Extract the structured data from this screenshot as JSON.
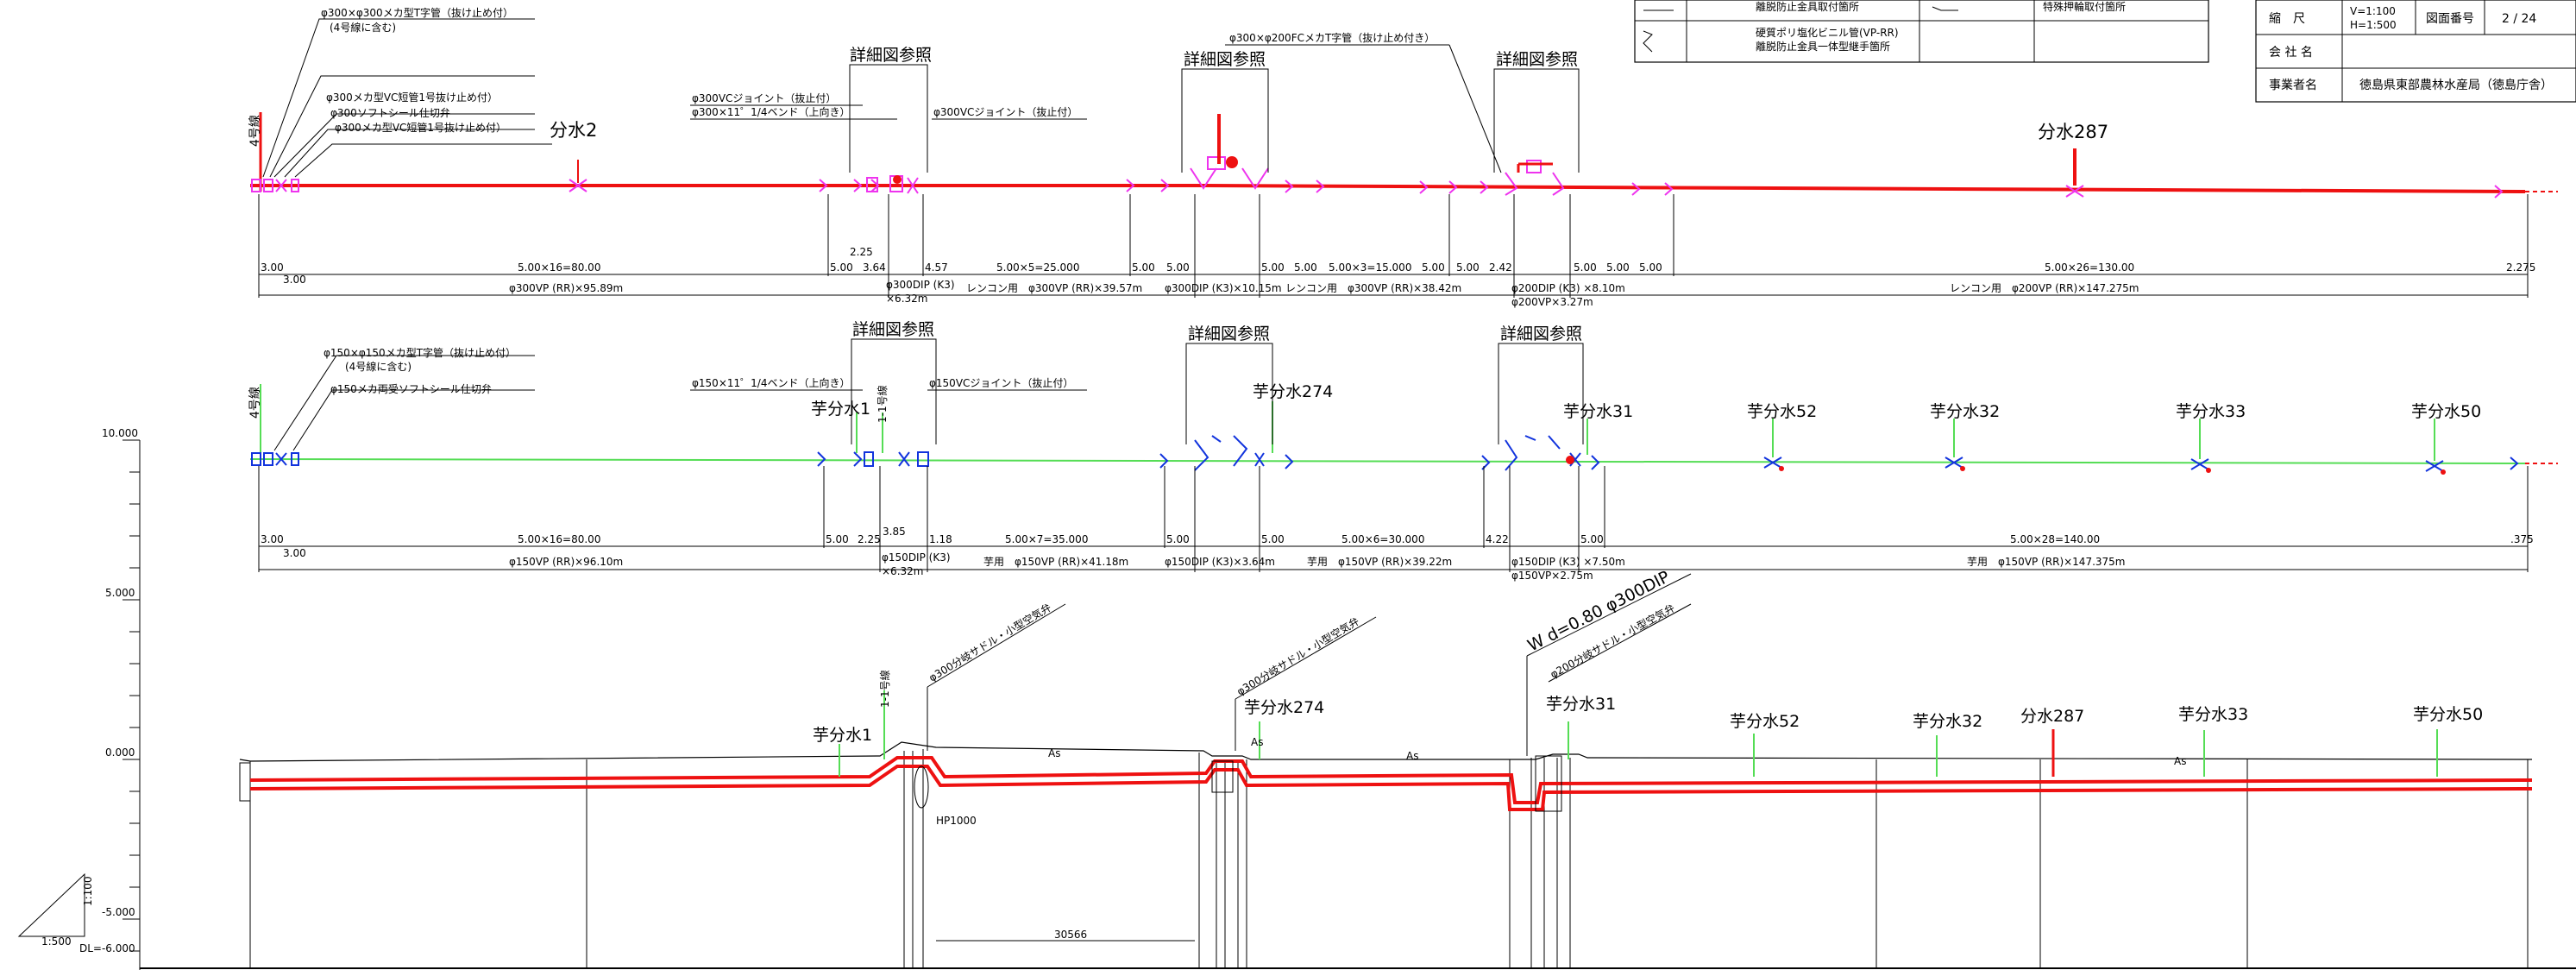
{
  "colors": {
    "main_pipe": "#ee1111",
    "sub_pipe": "#55dd55",
    "fitting_main": "#ee33ee",
    "fitting_sub": "#1133dd",
    "outline": "#000000"
  },
  "title_block": {
    "scale_label": "縮　尺",
    "scale_v": "V=1:100",
    "scale_h": "H=1:500",
    "drawing_no_label": "図面番号",
    "drawing_no": "2 / 24",
    "company_label": "会 社 名",
    "company": "",
    "owner_label": "事業者名",
    "owner": "徳島県東部農林水産局（徳島庁舎）"
  },
  "legend": {
    "row1_left": "離脱防止金具取付箇所",
    "row1_right": "特殊押輪取付箇所",
    "row2_line1": "硬質ポリ塩化ビニル管(VP-RR)",
    "row2_line2": "離脱防止金具一体型継手箇所"
  },
  "row1": {
    "notes": [
      "φ300×φ300メカ型T字管（抜け止め付）",
      "(4号線に含む)",
      "φ300メカ型VC短管1号抜け止め付）",
      "φ300ソフトシール仕切弁",
      "φ300メカ型VC短管1号抜け止め付）",
      "φ300VCジョイント（抜止付）",
      "φ300×11゜1/4ベンド（上向き）",
      "φ300VCジョイント（抜止付）",
      "φ300×φ200FCメカT字管（抜け止め付き）"
    ],
    "labels": [
      "4号線",
      "分水2",
      "分水287"
    ],
    "detail_ref": "詳細図参照",
    "dims": [
      "3.00",
      "3.00",
      "5.00×16=80.00",
      "2.25",
      "5.00",
      "3.64",
      "4.57",
      "5.00×5=25.000",
      "5.00",
      "5.00",
      "5.00",
      "5.00",
      "5.00×3=15.000",
      "5.00",
      "5.00",
      "2.42",
      "5.00",
      "5.00",
      "5.00",
      "5.00×26=130.00",
      "2.275"
    ],
    "pipes": [
      "φ300VP (RR)×95.89m",
      "φ300DIP (K3)",
      "×6.32m",
      "レンコン用　φ300VP (RR)×39.57m",
      "φ300DIP (K3)×10.15m",
      "レンコン用　φ300VP (RR)×38.42m",
      "φ200DIP (K3) ×8.10m",
      "φ200VP×3.27m",
      "レンコン用　φ200VP (RR)×147.275m"
    ]
  },
  "row2": {
    "notes": [
      "φ150×φ150メカ型T字管（抜け止め付）",
      "(4号線に含む)",
      "φ150メカ両受ソフトシール仕切弁",
      "φ150×11゜1/4ベンド（上向き）",
      "φ150VCジョイント（抜止付）"
    ],
    "labels": [
      "4号線",
      "芋分水1",
      "1-1号線",
      "芋分水274",
      "芋分水31",
      "芋分水52",
      "芋分水32",
      "芋分水33",
      "芋分水50"
    ],
    "detail_ref": "詳細図参照",
    "dims": [
      "3.00",
      "3.00",
      "5.00×16=80.00",
      "5.00",
      "2.25",
      "3.85",
      "1.18",
      "5.00×7=35.000",
      "5.00",
      "5.00",
      "5.00×6=30.000",
      "4.22",
      "5.00",
      "5.00×28=140.00",
      ".375"
    ],
    "pipes": [
      "φ150VP (RR)×96.10m",
      "φ150DIP (K3)",
      "×6.32m",
      "芋用　φ150VP (RR)×41.18m",
      "φ150DIP (K3)×3.64m",
      "芋用　φ150VP (RR)×39.22m",
      "φ150DIP (K3) ×7.50m",
      "φ150VP×2.75m",
      "芋用　φ150VP (RR)×147.375m"
    ]
  },
  "profile": {
    "levels": [
      "10.000",
      "5.000",
      "0.000",
      "-5.000"
    ],
    "dl": "DL=-6.000",
    "scale_v": "1:100",
    "scale_h": "1:500",
    "labels": [
      "芋分水1",
      "1-1号線",
      "芋分水274",
      "芋分水31",
      "芋分水52",
      "芋分水32",
      "分水287",
      "芋分水33",
      "芋分水50"
    ],
    "notes": [
      "φ300分岐サドル・小型空気弁",
      "φ300分岐サドル・小型空気弁",
      "W d=0.80 φ300DIP",
      "φ200分岐サドル・小型空気弁",
      "HP1000",
      "As",
      "As",
      "As",
      "As",
      "30566"
    ]
  }
}
